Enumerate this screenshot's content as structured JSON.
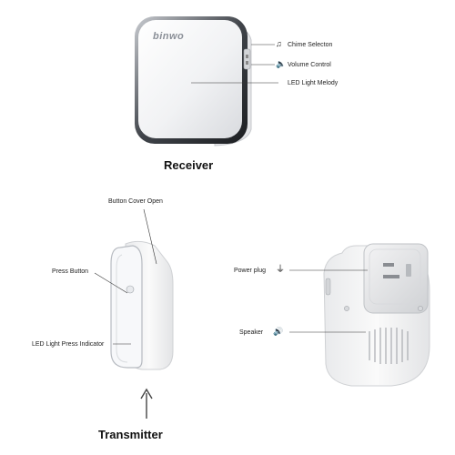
{
  "receiver": {
    "brand": "binwo",
    "title": "Receiver",
    "labels": {
      "chime": "Chime Selecton",
      "volume": "Volume Control",
      "led": "LED Light Melody"
    },
    "icons": {
      "chime": "music-note-icon",
      "volume": "speaker-icon"
    }
  },
  "transmitter": {
    "title": "Transmitter",
    "labels": {
      "cover": "Button Cover Open",
      "press": "Press Button",
      "led": "LED Light Press Indicator"
    }
  },
  "back": {
    "labels": {
      "plug": "Power plug",
      "speaker": "Speaker"
    },
    "icons": {
      "plug": "plug-icon",
      "speaker": "speaker-icon"
    }
  }
}
